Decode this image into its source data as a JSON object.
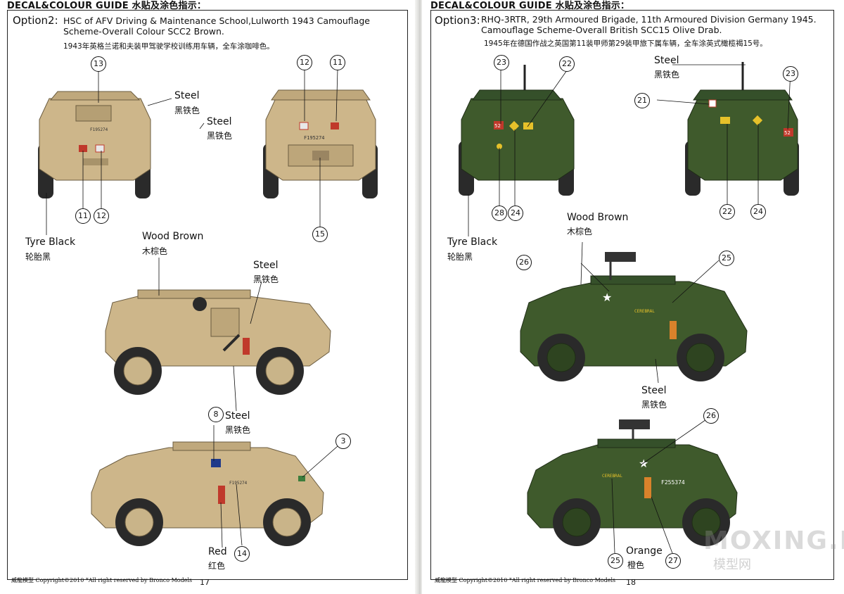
{
  "left_page": {
    "heading": "DECAL&COLOUR GUIDE 水贴及涂色指示：",
    "option_label": "Option2:",
    "option_title_line1": "HSC of AFV Driving & Maintenance School,Lulworth 1943 Camouflage",
    "option_title_line2": "Scheme-Overall Colour SCC2 Brown.",
    "option_title_cn": "1943年英格兰诺和夫装甲驾驶学校训练用车辆，全车涂咖啡色。",
    "labels": {
      "steel_front_en": "Steel",
      "steel_front_cn": "黑铁色",
      "steel_rear_en": "Steel",
      "steel_rear_cn": "黑铁色",
      "tyre_en": "Tyre Black",
      "tyre_cn": "轮胎黑",
      "wood_en": "Wood Brown",
      "wood_cn": "木棕色",
      "steel_side_en": "Steel",
      "steel_side_cn": "黑铁色",
      "steel_side2_en": "Steel",
      "steel_side2_cn": "黑铁色",
      "red_en": "Red",
      "red_cn": "红色"
    },
    "callouts": [
      "13",
      "12",
      "11",
      "11",
      "12",
      "15",
      "8",
      "3",
      "14"
    ],
    "plate_front": "F195274",
    "plate_rear": "F195274",
    "plate_side": "F195274",
    "footer_brand": "威龍模型  Copyright©2010  *All right reserved by Bronco Models",
    "page_number": "17"
  },
  "right_page": {
    "heading": "DECAL&COLOUR GUIDE 水贴及涂色指示：",
    "option_label": "Option3:",
    "option_title_line1": "RHQ-3RTR, 29th Armoured Brigade, 11th Armoured Division Germany 1945.",
    "option_title_line2": "Camouflage Scheme-Overall British SCC15 Olive Drab.",
    "option_title_cn": "1945年在德国作战之英国第11装甲师第29装甲旅下属车辆，全车涂英式橄榄褐15号。",
    "labels": {
      "steel_top_en": "Steel",
      "steel_top_cn": "黑铁色",
      "tyre_en": "Tyre Black",
      "tyre_cn": "轮胎黑",
      "wood_en": "Wood Brown",
      "wood_cn": "木棕色",
      "steel_mid_en": "Steel",
      "steel_mid_cn": "黑铁色",
      "orange_en": "Orange",
      "orange_cn": "橙色"
    },
    "callouts": [
      "23",
      "22",
      "28",
      "24",
      "21",
      "23",
      "22",
      "24",
      "26",
      "25",
      "26",
      "25",
      "27"
    ],
    "front_badge": "52",
    "rear_badge": "52",
    "vehicle_name": "CEREBRAL",
    "vehicle_name2": "CEREBRAL",
    "plate_side": "F255374",
    "footer_brand": "威龍模型  Copyright©2010  *All right reserved by Bronco Models",
    "page_number": "18",
    "watermark": "MOXING.NET",
    "watermark_cn": "模型网"
  },
  "colors": {
    "scc2_brown": "#cdb68a",
    "scc2_shade": "#a8936a",
    "olive_drab": "#3f5a2c",
    "olive_shade": "#2e4420",
    "tyre": "#2a2a2a",
    "hub": "#c9b489",
    "red": "#c0392b",
    "orange": "#d9822b"
  }
}
